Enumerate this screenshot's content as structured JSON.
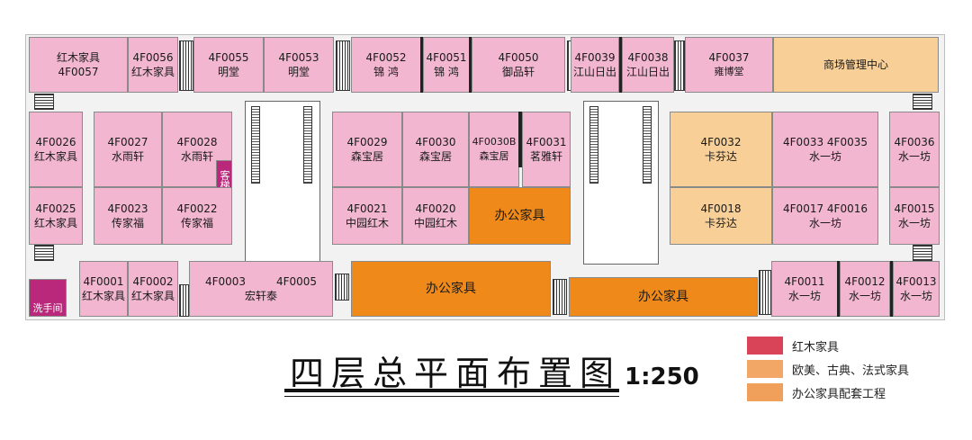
{
  "floor_plan": {
    "title": "四层总平面布置图",
    "scale": "1:250",
    "colors": {
      "pink": "#f2b6d0",
      "peach": "#f7cf97",
      "orange": "#ef8a1a",
      "purple": "#b9287a",
      "legend_red": "#d94459",
      "legend_light_orange": "#f2a766",
      "legend_orange": "#f0a05b"
    },
    "units": {
      "u4f0057": {
        "brand": "红木家具",
        "code": "4F0057"
      },
      "u4f0056": {
        "code": "4F0056",
        "brand": "红木家具"
      },
      "u4f0055": {
        "code": "4F0055",
        "brand": "明堂"
      },
      "u4f0053": {
        "code": "4F0053",
        "brand": "明堂"
      },
      "u4f0052": {
        "code": "4F0052",
        "brand": "锦 鸿"
      },
      "u4f0051": {
        "code": "4F0051",
        "brand": "锦 鸿"
      },
      "u4f0050": {
        "code": "4F0050",
        "brand": "御品轩"
      },
      "u4f0039": {
        "code": "4F0039",
        "brand": "江山日出"
      },
      "u4f0038": {
        "code": "4F0038",
        "brand": "江山日出"
      },
      "u4f0037": {
        "code": "4F0037",
        "brand": "雍博堂"
      },
      "mgmt": {
        "label": "商场管理中心"
      },
      "u4f0026": {
        "code": "4F0026",
        "brand": "红木家具"
      },
      "u4f0027": {
        "code": "4F0027",
        "brand": "水雨轩"
      },
      "u4f0028": {
        "code": "4F0028",
        "brand": "水雨轩"
      },
      "u4f0029": {
        "code": "4F0029",
        "brand": "森宝居"
      },
      "u4f0030": {
        "code": "4F0030",
        "brand": "森宝居"
      },
      "u4f0030b": {
        "code": "4F0030B",
        "brand": "森宝居"
      },
      "u4f0031": {
        "code": "4F0031",
        "brand": "茗雅轩"
      },
      "u4f0032": {
        "code": "4F0032",
        "brand": "卡芬达"
      },
      "u4f0033": {
        "code": "4F0033 4F0035",
        "brand": "水一坊"
      },
      "u4f0036": {
        "code": "4F0036",
        "brand": "水一坊"
      },
      "u4f0025": {
        "code": "4F0025",
        "brand": "红木家具"
      },
      "u4f0023": {
        "code": "4F0023",
        "brand": "传家福"
      },
      "u4f0022": {
        "code": "4F0022",
        "brand": "传家福"
      },
      "u4f0021": {
        "code": "4F0021",
        "brand": "中园红木"
      },
      "u4f0020": {
        "code": "4F0020",
        "brand": "中园红木"
      },
      "office1": {
        "label": "办公家具"
      },
      "u4f0018": {
        "code": "4F0018",
        "brand": "卡芬达"
      },
      "u4f0017": {
        "code": "4F0017 4F0016",
        "brand": "水一坊"
      },
      "u4f0015": {
        "code": "4F0015",
        "brand": "水一坊"
      },
      "u4f0001": {
        "code": "4F0001",
        "brand": "红木家具"
      },
      "u4f0002": {
        "code": "4F0002",
        "brand": "红木家具"
      },
      "u4f0003": {
        "code": "4F0003",
        "code2": "4F0005",
        "brand": "宏轩泰"
      },
      "office2": {
        "label": "办公家具"
      },
      "office3": {
        "label": "办公家具"
      },
      "u4f0011": {
        "code": "4F0011",
        "brand": "水一坊"
      },
      "u4f0012": {
        "code": "4F0012",
        "brand": "水一坊"
      },
      "u4f0013": {
        "code": "4F0013",
        "brand": "水一坊"
      },
      "washroom": {
        "label": "洗手间"
      },
      "elevator": {
        "label": "客梯"
      }
    },
    "legend": [
      {
        "label": "红木家具"
      },
      {
        "label": "欧美、古典、法式家具"
      },
      {
        "label": "办公家具配套工程"
      }
    ]
  }
}
